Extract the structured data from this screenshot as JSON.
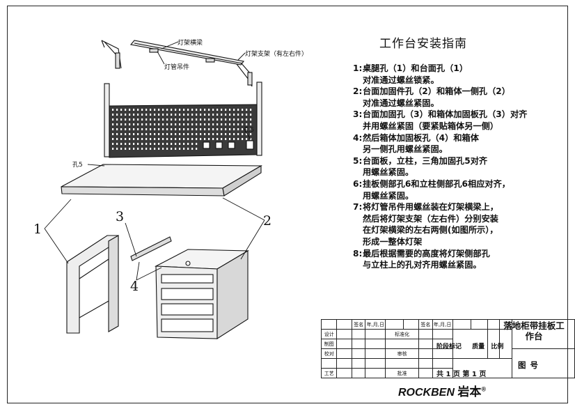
{
  "title": "工作台安装指南",
  "callouts": {
    "lamp_beam": "灯架横梁",
    "lamp_bracket": "灯架支架（有左右件）",
    "tube_hanger": "灯管吊件",
    "hole6": "孔6",
    "hole5": "孔5",
    "n1": "1",
    "n2": "2",
    "n3": "3",
    "n4": "4"
  },
  "steps": [
    {
      "n": "1:",
      "lines": [
        "桌腿孔（1）和台面孔（1）",
        "对准通过螺丝锁紧。"
      ]
    },
    {
      "n": "2:",
      "lines": [
        "台面加固件孔（2）和箱体一侧孔（2）",
        "对准通过螺丝紧固。"
      ]
    },
    {
      "n": "3:",
      "lines": [
        "台面加固孔（3）和箱体加固板孔（3）对齐",
        "并用螺丝紧固（要紧贴箱体另一侧）"
      ]
    },
    {
      "n": "4:",
      "lines": [
        "然后箱体加固板孔（4）和箱体",
        "另一侧孔用螺丝紧固。"
      ]
    },
    {
      "n": "5:",
      "lines": [
        "台面板，立柱，三角加固孔5对齐",
        "用螺丝紧固。"
      ]
    },
    {
      "n": "6:",
      "lines": [
        "挂板侧部孔6和立柱侧部孔6相应对齐，",
        "用螺丝紧固。"
      ]
    },
    {
      "n": "7:",
      "lines": [
        "将灯管吊件用螺丝装在灯架横梁上，",
        "然后将灯架支架（左右件）分别安装",
        "在灯架横梁的左右两侧(如图所示），",
        "形成一整体灯架"
      ]
    },
    {
      "n": "8:",
      "lines": [
        "最后根据需要的高度将灯架侧部孔",
        "与立柱上的孔对齐用螺丝紧固。"
      ]
    }
  ],
  "title_block": {
    "sign_date_1": "签名",
    "ymd_1": "年,月,日",
    "sign_date_2": "签名",
    "ymd_2": "年,月,日",
    "design": "设计",
    "standardize": "标准化",
    "drawing": "制图",
    "check": "校对",
    "review": "审核",
    "process": "工艺",
    "approve": "批准",
    "stage_mark": "阶段标记",
    "weight": "质量",
    "scale": "比例",
    "product_name": "落地柜带挂板工作台",
    "drawing_no": "图号",
    "pages": "共 1 页   第 1 页",
    "brand": "ROCKBEN",
    "brand_cn": "岩本",
    "reg": "®"
  }
}
